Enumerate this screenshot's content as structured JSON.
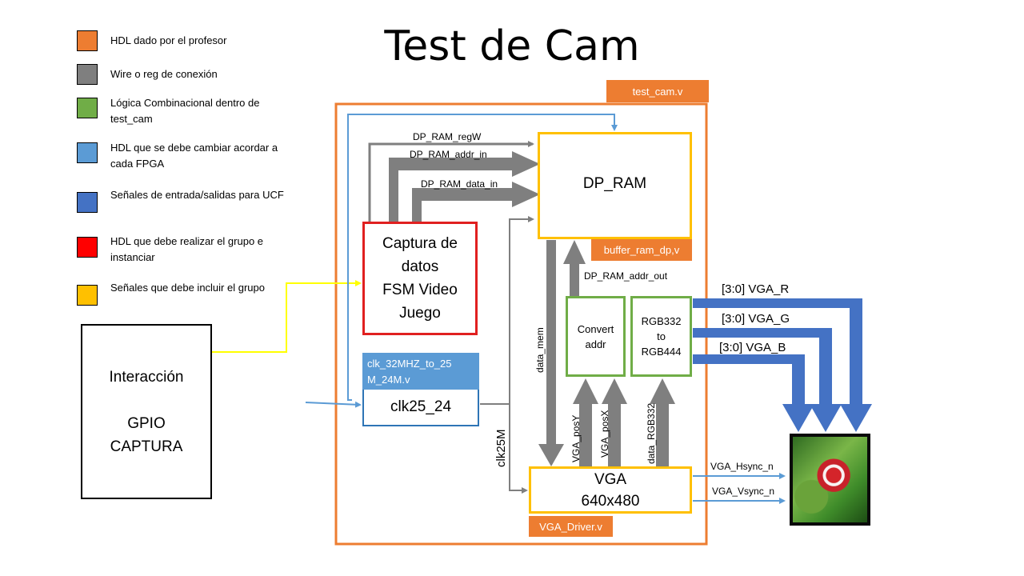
{
  "title": "Test de Cam",
  "legend": [
    {
      "color": "#ed7d31",
      "text": "HDL dado por el profesor"
    },
    {
      "color": "#7f7f7f",
      "text": "Wire o reg  de conexión"
    },
    {
      "color": "#70ad47",
      "text": "Lógica Combinacional  dentro de test_cam"
    },
    {
      "color": "#5b9bd5",
      "text": "HDL que se debe cambiar acordar a cada FPGA"
    },
    {
      "color": "#4472c4",
      "text": "Señales de entrada/salidas para UCF"
    },
    {
      "color": "#ff0000",
      "text": "HDL que debe realizar el grupo  e instanciar"
    },
    {
      "color": "#ffc000",
      "text": "Señales que debe incluir el grupo"
    }
  ],
  "tags": {
    "test_cam": "test_cam.v",
    "buffer_ram": "buffer_ram_dp,v",
    "vga_driver": "VGA_Driver.v",
    "clk_module": "clk_32MHZ_to_25 M_24M.v"
  },
  "blocks": {
    "dp_ram": "DP_RAM",
    "captura": [
      "Captura de",
      "datos",
      "FSM Video",
      "Juego"
    ],
    "interaccion": [
      "Interacción",
      "",
      "GPIO",
      "CAPTURA"
    ],
    "clk": "clk25_24",
    "convert": [
      "Convert",
      "addr"
    ],
    "rgb": [
      "RGB332",
      "to",
      "RGB444"
    ],
    "vga": [
      "VGA",
      "640x480"
    ]
  },
  "signals": {
    "regW": "DP_RAM_regW",
    "addr_in": "DP_RAM_addr_in",
    "data_in": "DP_RAM_data_in",
    "addr_out": "DP_RAM_addr_out",
    "data_mem": "data_mem",
    "clk25M": "clk25M",
    "posY": "VGA_posY",
    "posX": "VGA_posX",
    "data_rgb": "data_RGB332",
    "vga_r": "[3:0] VGA_R",
    "vga_g": "[3:0] VGA_G",
    "vga_b": "[3:0] VGA_B",
    "hsync": "VGA_Hsync_n",
    "vsync": "VGA_Vsync_n"
  },
  "colors": {
    "orange": "#ed7d31",
    "gray": "#7f7f7f",
    "green": "#70ad47",
    "lightblue": "#5b9bd5",
    "blue": "#4472c4",
    "red": "#ff0000",
    "yellow": "#ffc000"
  },
  "icons": {
    "monitor": "monitor-flower-image"
  }
}
